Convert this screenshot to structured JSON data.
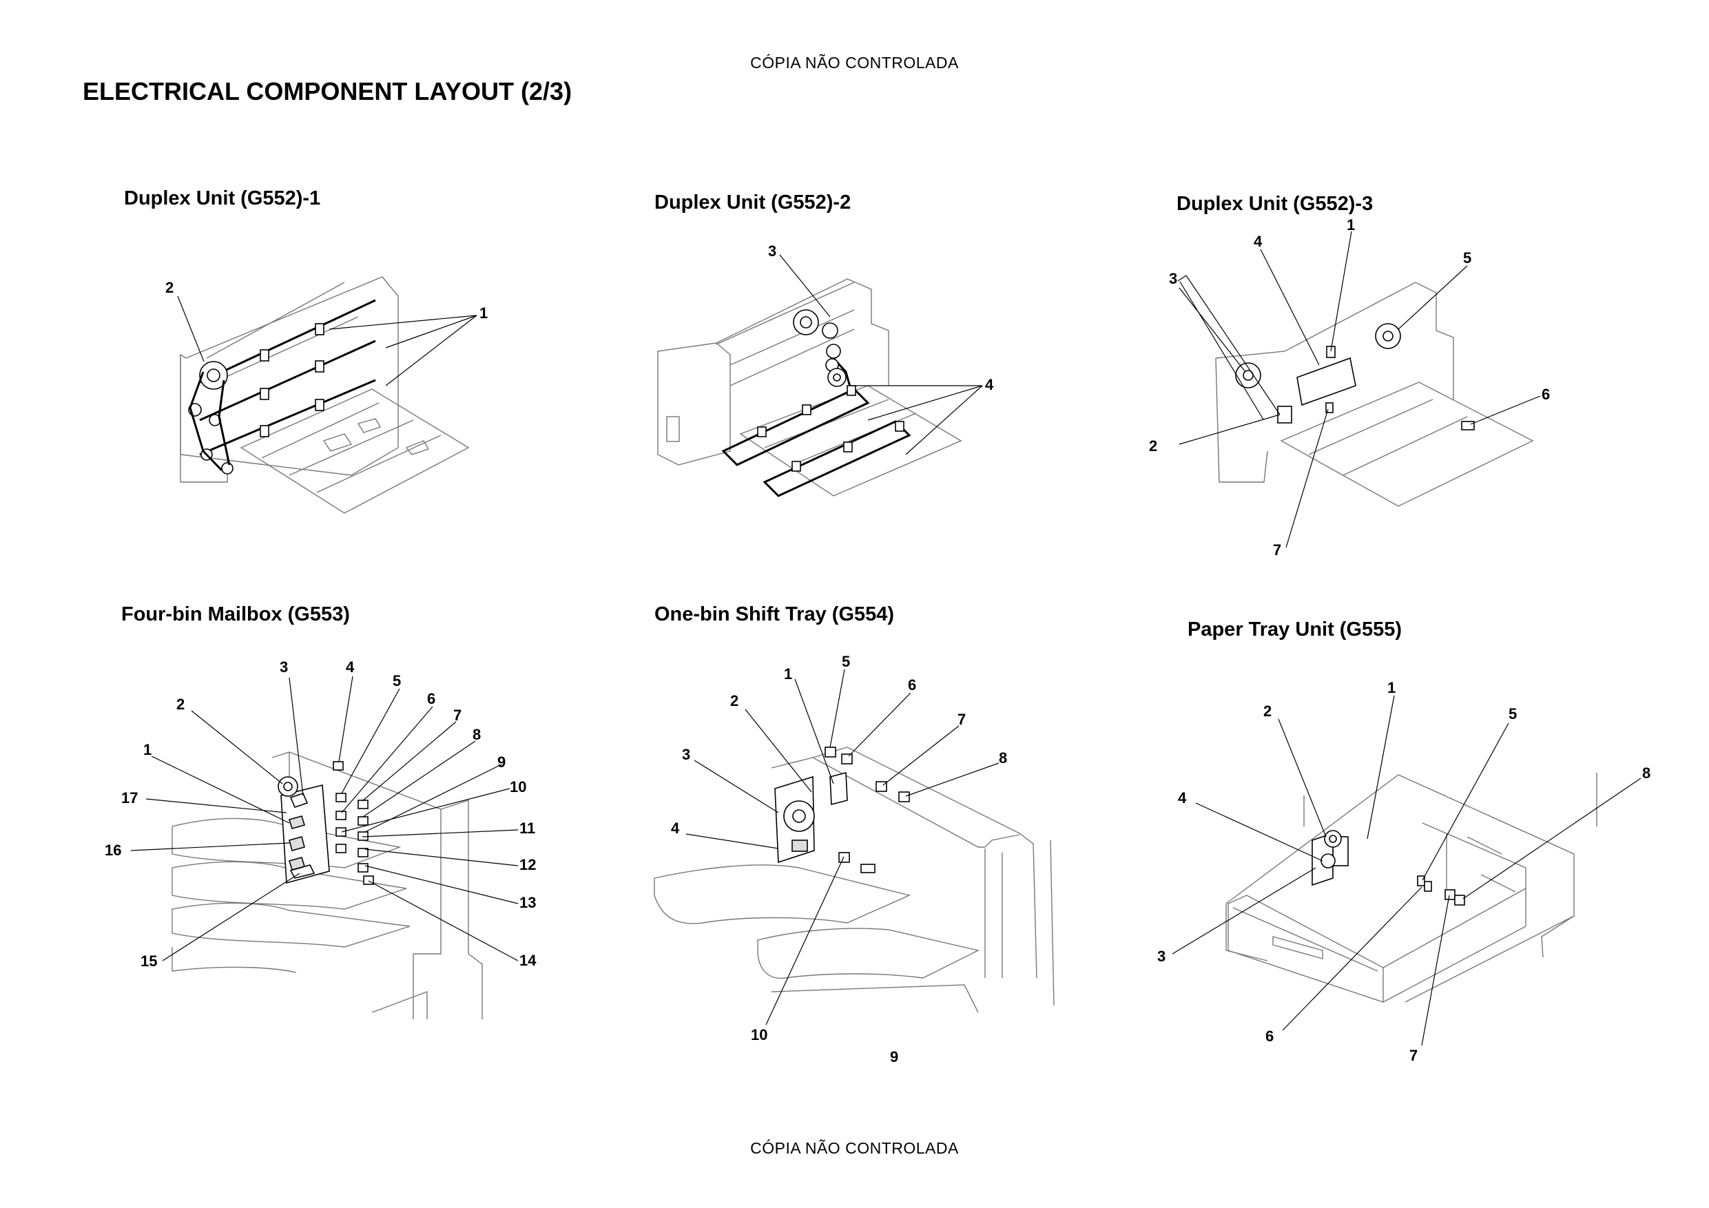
{
  "watermark": {
    "top": "CÓPIA NÃO CONTROLADA",
    "bottom": "CÓPIA NÃO CONTROLADA"
  },
  "page_title": "ELECTRICAL COMPONENT LAYOUT (2/3)",
  "panels": [
    {
      "title": "Duplex Unit (G552)-1",
      "callouts": [
        "1",
        "2"
      ]
    },
    {
      "title": "Duplex Unit (G552)-2",
      "callouts": [
        "3",
        "4"
      ]
    },
    {
      "title": "Duplex Unit (G552)-3",
      "callouts": [
        "1",
        "2",
        "3",
        "4",
        "5",
        "6",
        "7"
      ]
    },
    {
      "title": "Four-bin Mailbox (G553)",
      "callouts": [
        "1",
        "2",
        "3",
        "4",
        "5",
        "6",
        "7",
        "8",
        "9",
        "10",
        "11",
        "12",
        "13",
        "14",
        "15",
        "16",
        "17"
      ]
    },
    {
      "title": "One-bin Shift Tray (G554)",
      "callouts": [
        "1",
        "2",
        "3",
        "4",
        "5",
        "6",
        "7",
        "8",
        "9",
        "10"
      ]
    },
    {
      "title": "Paper Tray Unit (G555)",
      "callouts": [
        "1",
        "2",
        "3",
        "4",
        "5",
        "6",
        "7",
        "8"
      ]
    }
  ]
}
